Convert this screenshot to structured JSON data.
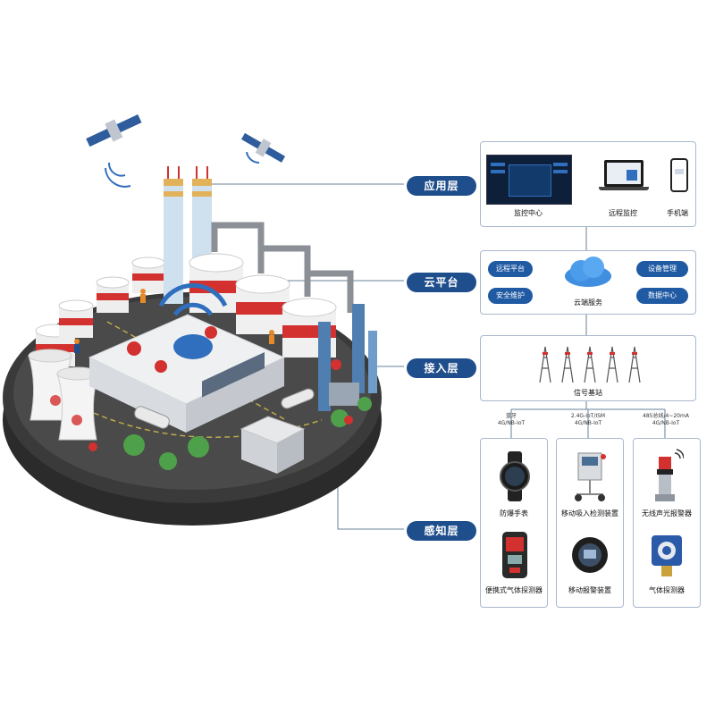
{
  "layers": {
    "application": "应用层",
    "cloud": "云平台",
    "access": "接入层",
    "perception": "感知层"
  },
  "application": {
    "items": [
      "监控中心",
      "远程监控",
      "手机端"
    ]
  },
  "cloud": {
    "pills": [
      "远程平台",
      "设备管理",
      "安全维护",
      "数据中心"
    ],
    "center_label": "云端服务"
  },
  "access": {
    "label": "信号基站"
  },
  "protocols": [
    [
      "蓝牙",
      "4G/NB-IoT"
    ],
    [
      "2.4G-IoT/ISM",
      "4G/NB-IoT"
    ],
    [
      "485总线/4~20mA",
      "4G/NB-IoT"
    ]
  ],
  "devices": {
    "col1": [
      "防爆手表",
      "便携式气体探测器"
    ],
    "col2": [
      "移动吸入检测装置",
      "移动报警装置"
    ],
    "col3": [
      "无线声光报警器",
      "气体探测器"
    ]
  },
  "colors": {
    "tag_blue": "#1f4e8c",
    "pill_blue": "#1f5aa3",
    "connector": "#6a7f99",
    "accent_red": "#d33030"
  }
}
